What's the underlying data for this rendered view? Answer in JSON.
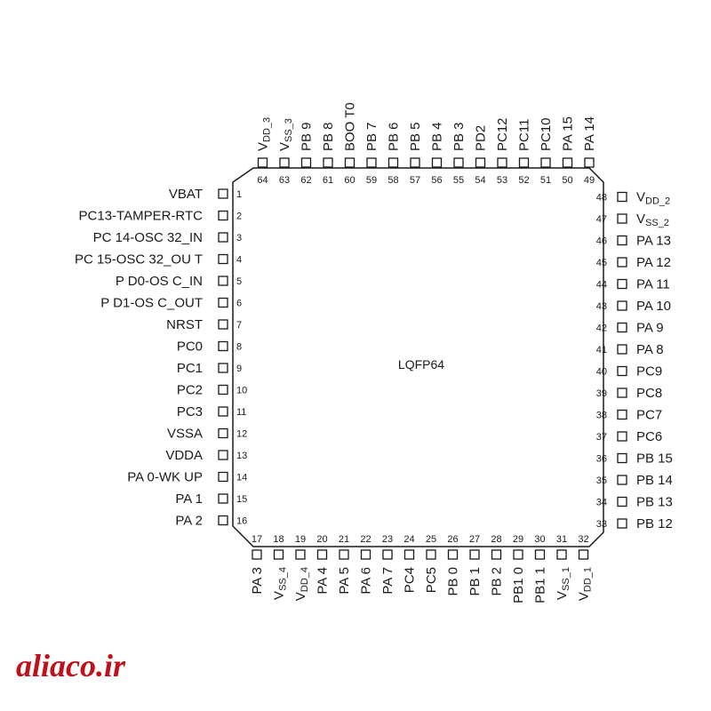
{
  "package": {
    "name": "LQFP64"
  },
  "pins": {
    "left": [
      {
        "n": "1",
        "label": "VBAT"
      },
      {
        "n": "2",
        "label": "PC13-TAMPER-RTC"
      },
      {
        "n": "3",
        "label": "PC 14-OSC 32_IN"
      },
      {
        "n": "4",
        "label": "PC 15-OSC 32_OU T"
      },
      {
        "n": "5",
        "label": "P D0-OS C_IN"
      },
      {
        "n": "6",
        "label": "P D1-OS C_OUT"
      },
      {
        "n": "7",
        "label": "NRST"
      },
      {
        "n": "8",
        "label": "PC0"
      },
      {
        "n": "9",
        "label": "PC1"
      },
      {
        "n": "10",
        "label": "PC2"
      },
      {
        "n": "11",
        "label": "PC3"
      },
      {
        "n": "12",
        "label": "VSSA"
      },
      {
        "n": "13",
        "label": "VDDA"
      },
      {
        "n": "14",
        "label": "PA 0-WK UP"
      },
      {
        "n": "15",
        "label": "PA 1"
      },
      {
        "n": "16",
        "label": "PA 2"
      }
    ],
    "bottom": [
      {
        "n": "17",
        "label": "PA 3"
      },
      {
        "n": "18",
        "label": "VSS_4"
      },
      {
        "n": "19",
        "label": "VDD_4"
      },
      {
        "n": "20",
        "label": "PA 4"
      },
      {
        "n": "21",
        "label": "PA 5"
      },
      {
        "n": "22",
        "label": "PA 6"
      },
      {
        "n": "23",
        "label": "PA 7"
      },
      {
        "n": "24",
        "label": "PC4"
      },
      {
        "n": "25",
        "label": "PC5"
      },
      {
        "n": "26",
        "label": "PB 0"
      },
      {
        "n": "27",
        "label": "PB 1"
      },
      {
        "n": "28",
        "label": "PB 2"
      },
      {
        "n": "29",
        "label": "PB1 0"
      },
      {
        "n": "30",
        "label": "PB1 1"
      },
      {
        "n": "31",
        "label": "VSS_1"
      },
      {
        "n": "32",
        "label": "VDD_1"
      }
    ],
    "right": [
      {
        "n": "33",
        "label": "PB 12"
      },
      {
        "n": "34",
        "label": "PB 13"
      },
      {
        "n": "35",
        "label": "PB 14"
      },
      {
        "n": "36",
        "label": "PB 15"
      },
      {
        "n": "37",
        "label": "PC6"
      },
      {
        "n": "38",
        "label": "PC7"
      },
      {
        "n": "39",
        "label": "PC8"
      },
      {
        "n": "40",
        "label": "PC9"
      },
      {
        "n": "41",
        "label": "PA 8"
      },
      {
        "n": "42",
        "label": "PA 9"
      },
      {
        "n": "43",
        "label": "PA 10"
      },
      {
        "n": "44",
        "label": "PA 11"
      },
      {
        "n": "45",
        "label": "PA 12"
      },
      {
        "n": "46",
        "label": "PA 13"
      },
      {
        "n": "47",
        "label": "VSS_2"
      },
      {
        "n": "48",
        "label": "VDD_2"
      }
    ],
    "top": [
      {
        "n": "49",
        "label": "PA 14"
      },
      {
        "n": "50",
        "label": "PA 15"
      },
      {
        "n": "51",
        "label": "PC10"
      },
      {
        "n": "52",
        "label": "PC11"
      },
      {
        "n": "53",
        "label": "PC12"
      },
      {
        "n": "54",
        "label": "PD2"
      },
      {
        "n": "55",
        "label": "PB 3"
      },
      {
        "n": "56",
        "label": "PB 4"
      },
      {
        "n": "57",
        "label": "PB 5"
      },
      {
        "n": "58",
        "label": "PB 6"
      },
      {
        "n": "59",
        "label": "PB 7"
      },
      {
        "n": "60",
        "label": "BOO T0"
      },
      {
        "n": "61",
        "label": "PB 8"
      },
      {
        "n": "62",
        "label": "PB 9"
      },
      {
        "n": "63",
        "label": "VSS_3"
      },
      {
        "n": "64",
        "label": "VDD_3"
      }
    ]
  },
  "watermark": {
    "text": "aliaco.ir",
    "color": "#c0111b"
  }
}
